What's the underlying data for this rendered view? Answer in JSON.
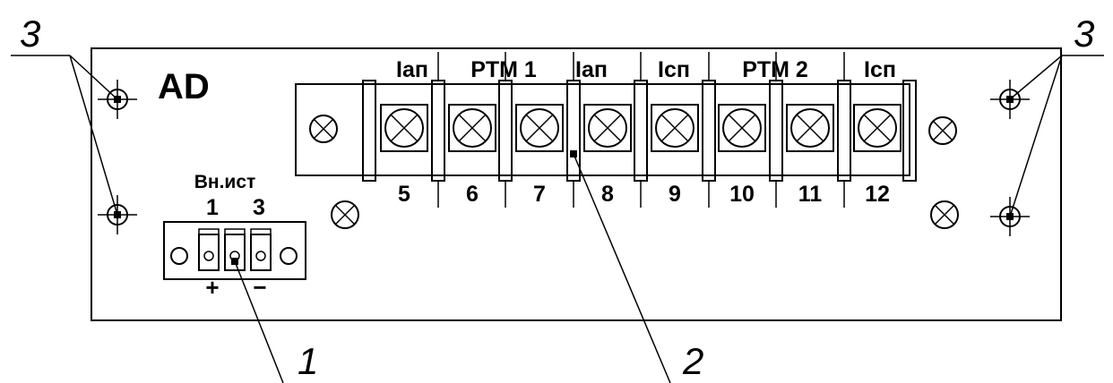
{
  "panel": {
    "title": "AD",
    "source_label": "Вн.ист",
    "source_pins": [
      "1",
      "3"
    ],
    "polarity": [
      "+",
      "−"
    ],
    "group_labels": [
      "Iап",
      "PTM 1",
      "Iап",
      "Iсп",
      "PTM 2",
      "Iсп"
    ],
    "terminal_numbers": [
      "5",
      "6",
      "7",
      "8",
      "9",
      "10",
      "11",
      "12"
    ]
  },
  "callouts": {
    "connector": "1",
    "terminal_block": "2",
    "mount_left": "3",
    "mount_right": "3"
  }
}
